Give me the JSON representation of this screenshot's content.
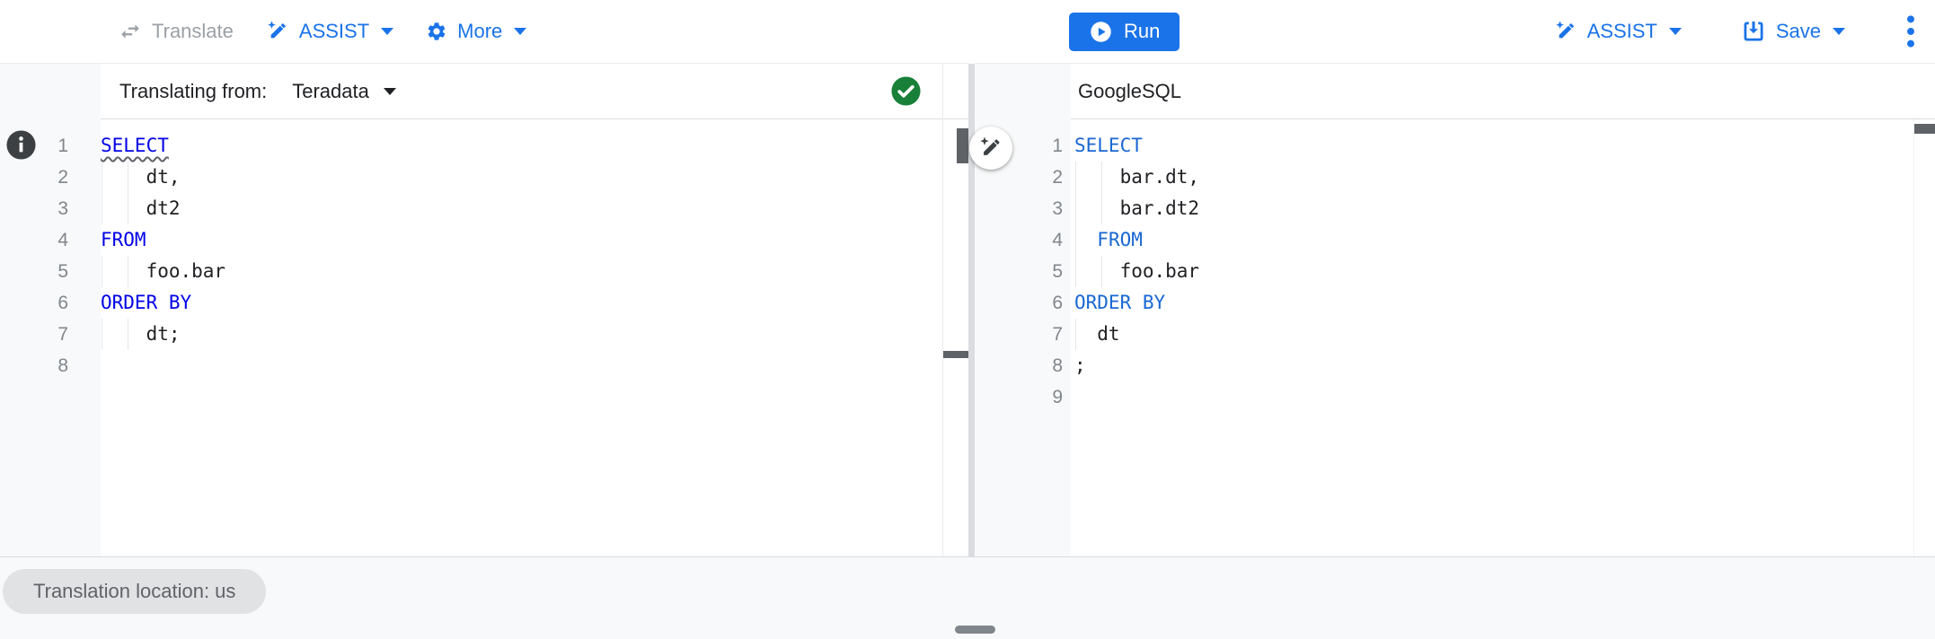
{
  "colors": {
    "accent": "#1a73e8",
    "keyword_source": "#0101e6",
    "keyword_target": "#1967d2",
    "success_green": "#188038",
    "text_dark": "#202124",
    "text_gray": "#5f6368",
    "disabled_gray": "#9aa0a6",
    "border": "#dadce0",
    "gutter_bg": "#f8f9fa"
  },
  "left": {
    "toolbar": {
      "translate_label": "Translate",
      "assist_label": "ASSIST",
      "more_label": "More"
    },
    "subheader": {
      "label": "Translating from:",
      "dialect": "Teradata",
      "status_icon": "check-circle-green"
    },
    "editor": {
      "language": "Teradata",
      "lines": [
        {
          "num": "1",
          "segs": [
            {
              "t": "SELECT",
              "k": true,
              "wavy": true
            }
          ],
          "guides": []
        },
        {
          "num": "2",
          "segs": [
            {
              "t": "    dt,"
            }
          ],
          "guides": [
            1,
            30
          ]
        },
        {
          "num": "3",
          "segs": [
            {
              "t": "    dt2"
            }
          ],
          "guides": [
            1,
            30
          ]
        },
        {
          "num": "4",
          "segs": [
            {
              "t": "FROM",
              "k": true
            }
          ],
          "guides": []
        },
        {
          "num": "5",
          "segs": [
            {
              "t": "    foo.bar"
            }
          ],
          "guides": [
            1,
            30
          ]
        },
        {
          "num": "6",
          "segs": [
            {
              "t": "ORDER BY",
              "k": true
            }
          ],
          "guides": []
        },
        {
          "num": "7",
          "segs": [
            {
              "t": "    dt;"
            }
          ],
          "guides": [
            1,
            30
          ]
        },
        {
          "num": "8",
          "segs": [],
          "guides": []
        }
      ]
    }
  },
  "right": {
    "toolbar": {
      "run_label": "Run",
      "assist_label": "ASSIST",
      "save_label": "Save"
    },
    "subheader": {
      "label": "GoogleSQL"
    },
    "editor": {
      "language": "GoogleSQL",
      "lines": [
        {
          "num": "1",
          "segs": [
            {
              "t": "SELECT",
              "k": true
            }
          ],
          "guides": []
        },
        {
          "num": "2",
          "segs": [
            {
              "t": "    bar.dt,"
            }
          ],
          "guides": [
            1,
            30
          ]
        },
        {
          "num": "3",
          "segs": [
            {
              "t": "    bar.dt2"
            }
          ],
          "guides": [
            1,
            30
          ]
        },
        {
          "num": "4",
          "segs": [
            {
              "t": "  "
            },
            {
              "t": "FROM",
              "k": true
            }
          ],
          "guides": [
            1
          ]
        },
        {
          "num": "5",
          "segs": [
            {
              "t": "    foo.bar"
            }
          ],
          "guides": [
            1,
            30
          ]
        },
        {
          "num": "6",
          "segs": [
            {
              "t": "ORDER BY",
              "k": true
            }
          ],
          "guides": []
        },
        {
          "num": "7",
          "segs": [
            {
              "t": "  dt"
            }
          ],
          "guides": [
            1
          ]
        },
        {
          "num": "8",
          "segs": [
            {
              "t": ";"
            }
          ],
          "guides": []
        },
        {
          "num": "9",
          "segs": [],
          "guides": []
        }
      ]
    }
  },
  "bottom": {
    "location_chip": "Translation location: us"
  }
}
